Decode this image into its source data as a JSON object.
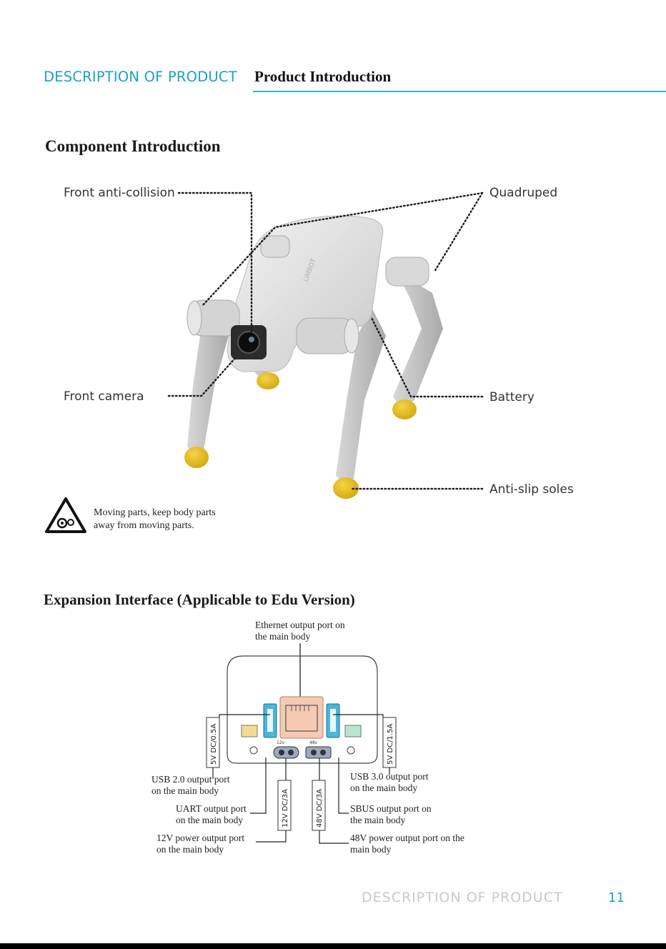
{
  "header": {
    "section": "DESCRIPTION OF PRODUCT",
    "title": "Product Introduction"
  },
  "component_intro": {
    "heading": "Component Introduction",
    "labels": {
      "front_anti_collision": "Front anti-collision",
      "quadruped": "Quadruped",
      "front_camera": "Front camera",
      "battery": "Battery",
      "anti_slip_soles": "Anti-slip soles"
    },
    "robot_mark": "LIMBOT",
    "warning_line1": "Moving parts, keep body parts",
    "warning_line2": "away from moving parts."
  },
  "expansion": {
    "heading": "Expansion Interface (Applicable to Edu Version)",
    "ethernet_line1": "Ethernet output port on",
    "ethernet_line2": "the main body",
    "usb2_line1": "USB 2.0 output port",
    "usb2_line2": "on the main body",
    "uart_line1": "UART output port",
    "uart_line2": "on the main body",
    "p12_line1": "12V power output port",
    "p12_line2": "on the main body",
    "usb3_line1": "USB 3.0 output port",
    "usb3_line2": "on the main body",
    "sbus_line1": "SBUS output port on",
    "sbus_line2": "the main body",
    "p48_line1": "48V power output port on the",
    "p48_line2": "main body",
    "spec_5v05": "5V DC/0.5A",
    "spec_5v15": "5V DC/1.5A",
    "spec_12v": "12V DC/3A",
    "spec_48v": "48V DC/3A",
    "port_12v": "12v",
    "port_48v": "48v"
  },
  "footer": {
    "section": "DESCRIPTION OF PRODUCT",
    "page": "11"
  }
}
